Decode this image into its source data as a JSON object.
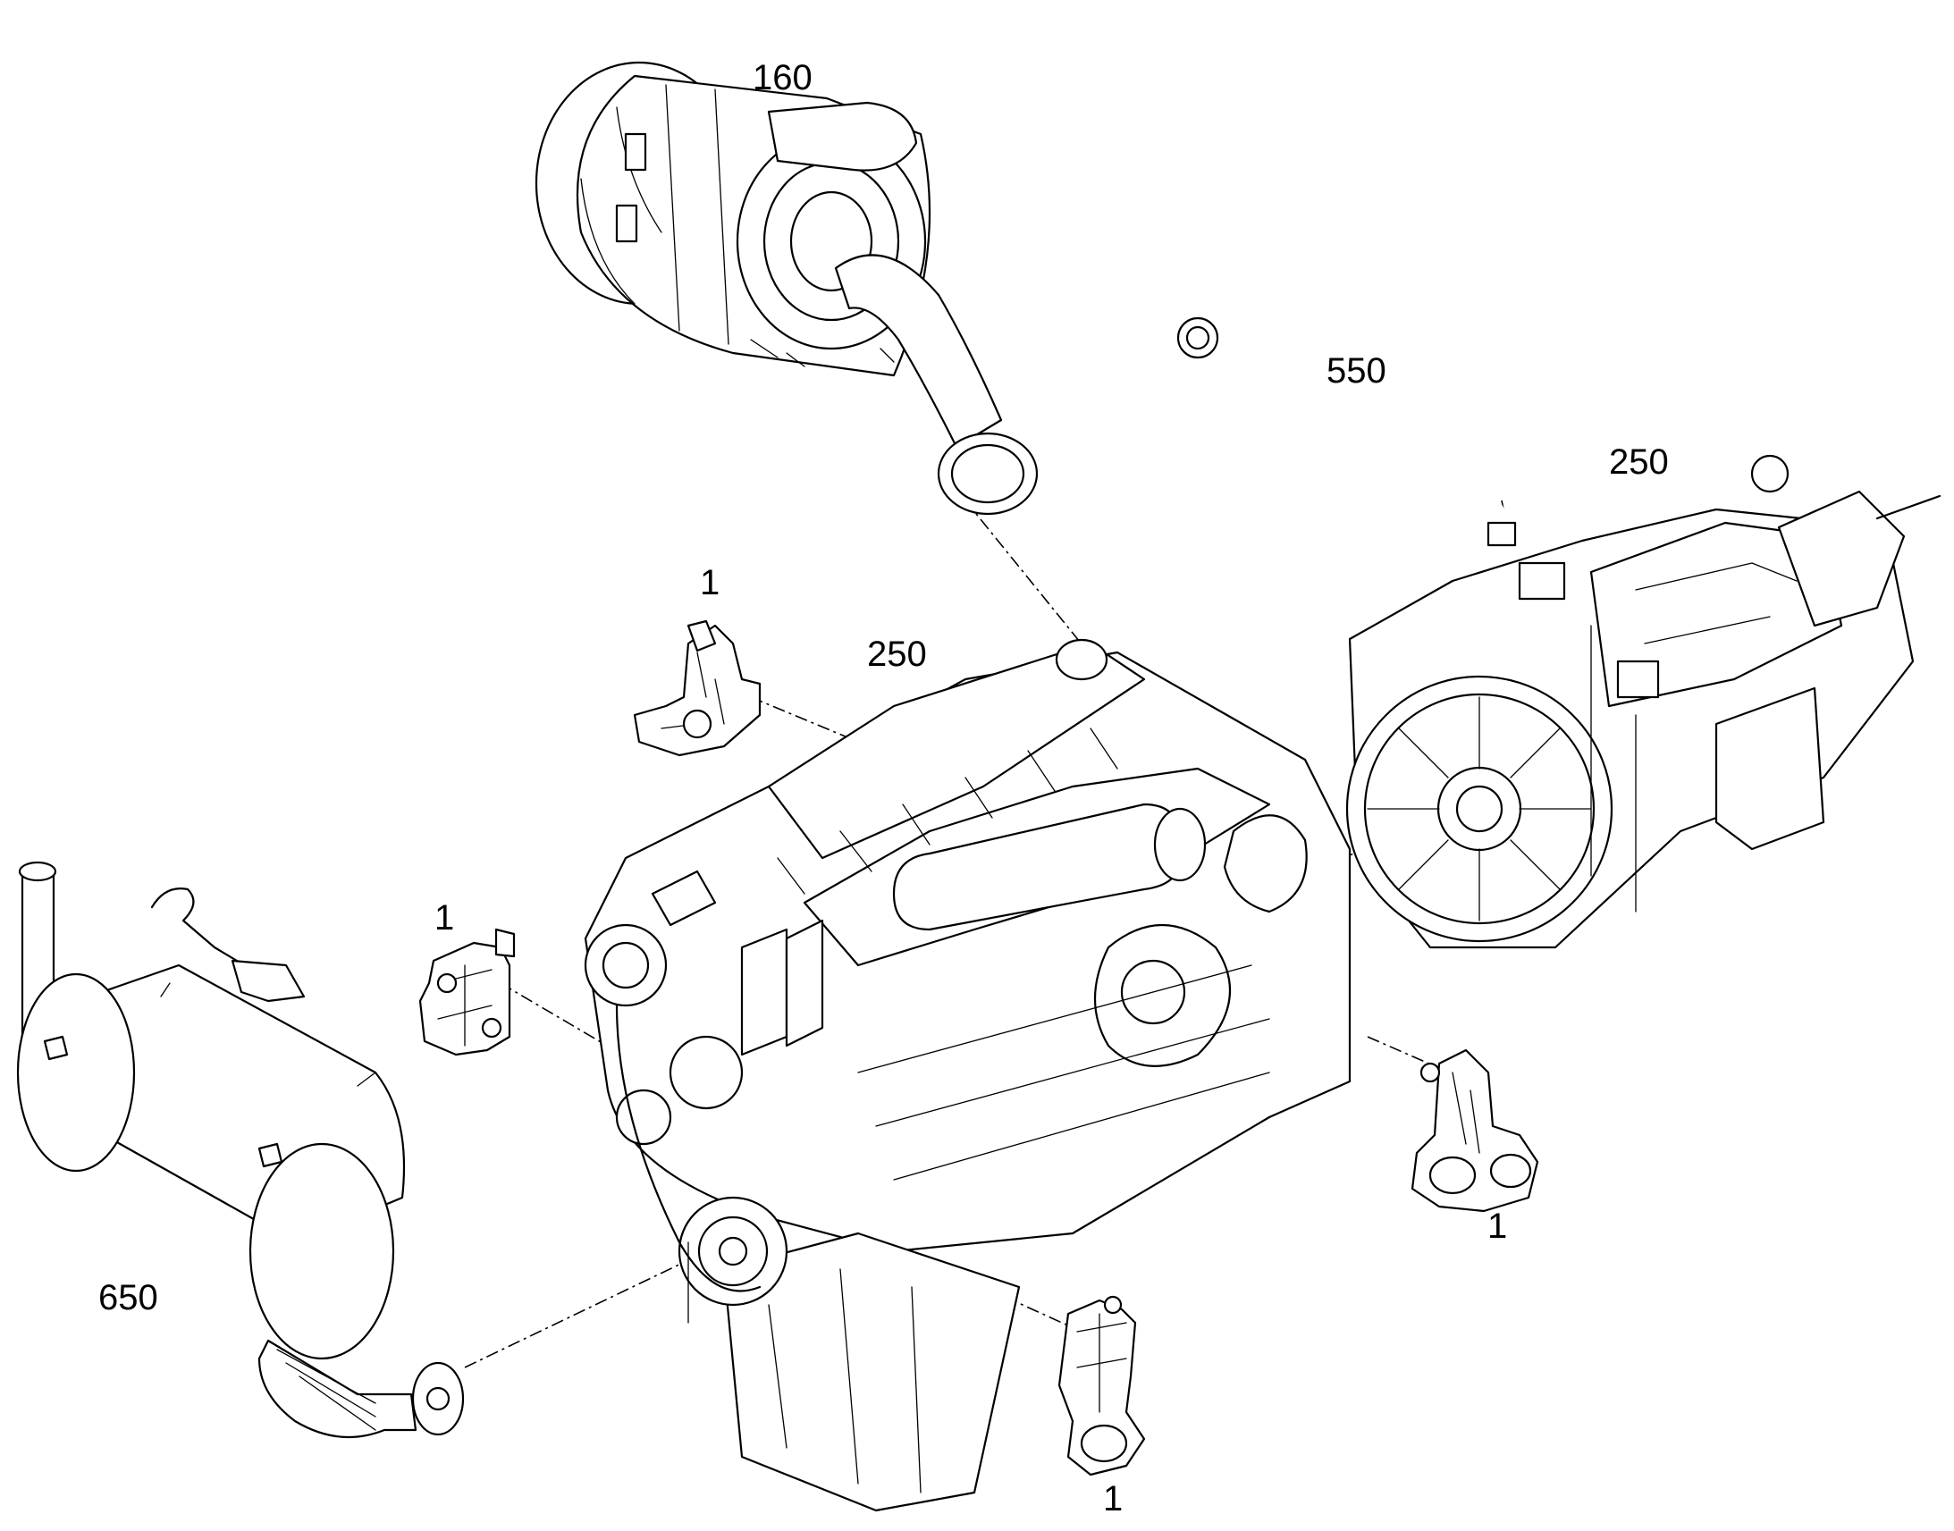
{
  "callouts": {
    "air_filter": "160",
    "hose": "550",
    "transmission": "250",
    "engine": "250",
    "mount_top": "1",
    "mount_left": "1",
    "mount_right": "1",
    "mount_bottom": "1",
    "muffler": "650"
  }
}
